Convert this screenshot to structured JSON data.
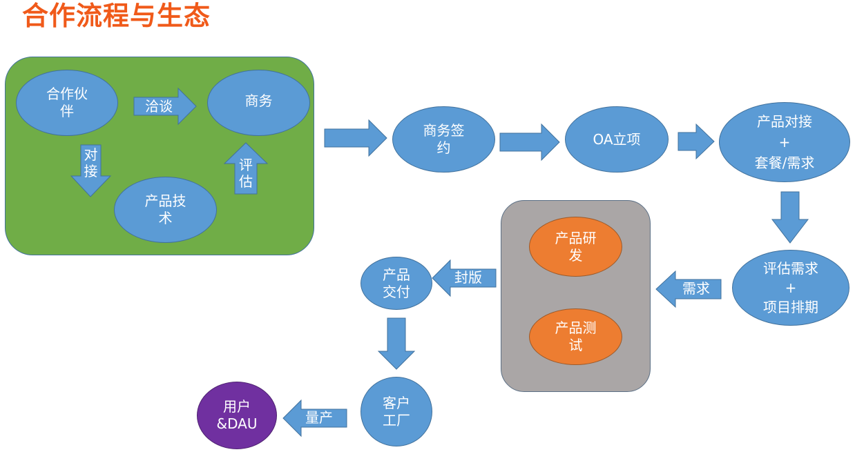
{
  "title": "合作流程与生态",
  "colors": {
    "title": "#f05a1a",
    "node_blue": "#5b9bd5",
    "node_orange": "#ed7d31",
    "node_purple": "#7030a0",
    "panel_green": "#70ad47",
    "panel_gray": "#aaa6a6",
    "text": "#ffffff"
  },
  "nodes": {
    "partner": "合作伙\n伴",
    "business": "商务",
    "product_tech": "产品技\n术",
    "business_sign": "商务签\n约",
    "oa_project": "OA立项",
    "product_dock": "产品对接\n+\n套餐/需求",
    "evaluate": "评估需求\n+\n项目排期",
    "product_dev": "产品研\n发",
    "product_test": "产品测\n试",
    "product_delivery": "产品\n交付",
    "customer_factory": "客户\n工厂",
    "user_dau": "用户\n&DAU"
  },
  "arrows": {
    "negotiate": "洽谈",
    "dock": "对\n接",
    "assess": "评\n估",
    "requirement": "需求",
    "release": "封版",
    "mass_production": "量产"
  }
}
